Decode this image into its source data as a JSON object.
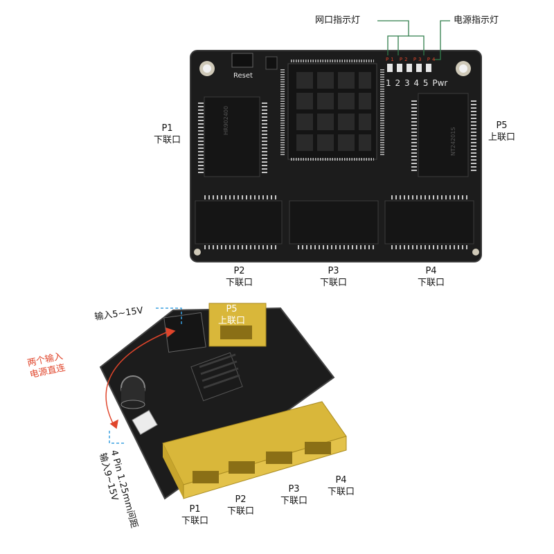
{
  "top_board": {
    "reset_label": "Reset",
    "led_numbers": [
      "1",
      "2",
      "3",
      "4",
      "5",
      "Pwr"
    ],
    "led_red_marks": [
      "P1",
      "P2",
      "P3",
      "P4"
    ],
    "callout_port_led": "网口指示灯",
    "callout_power_led": "电源指示灯",
    "chip_marking_left": "HR902400",
    "chip_marking_right": "NT24201S",
    "ports": [
      {
        "name": "P1",
        "role": "下联口"
      },
      {
        "name": "P2",
        "role": "下联口"
      },
      {
        "name": "P3",
        "role": "下联口"
      },
      {
        "name": "P4",
        "role": "下联口"
      },
      {
        "name": "P5",
        "role": "上联口"
      }
    ]
  },
  "bottom_board": {
    "input_dc": "输入5~15V",
    "dual_input_note_line1": "两个输入",
    "dual_input_note_line2": "电源直连",
    "pin_note_line1": "4 Pin 1.25mm间距",
    "pin_note_line2": "输入9~15V",
    "ports": [
      {
        "name": "P1",
        "role": "下联口"
      },
      {
        "name": "P2",
        "role": "下联口"
      },
      {
        "name": "P3",
        "role": "下联口"
      },
      {
        "name": "P4",
        "role": "下联口"
      },
      {
        "name": "P5",
        "role": "上联口"
      }
    ]
  },
  "colors": {
    "pcb": "#1c1c1c",
    "pcb_edge": "#333333",
    "rj45_yellow": "#d9b73a",
    "accent_red": "#e0452b",
    "callout_blue": "#3aa0e0",
    "callout_line": "#2f7d4a"
  }
}
